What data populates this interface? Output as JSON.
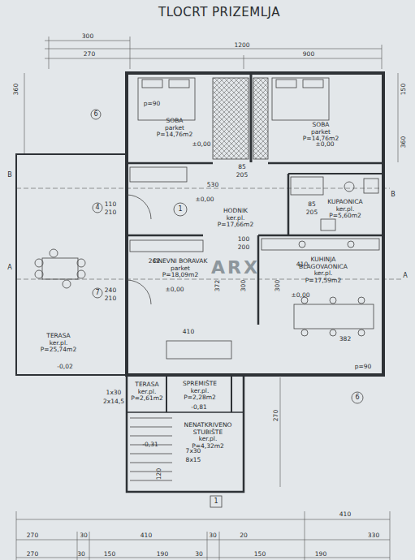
{
  "diagram": {
    "title": "TLOCRT PRIZEMLJA",
    "nodes": [
      {
        "text": [
          "SOBA",
          "parket",
          "P=14,76m2"
        ]
      },
      {
        "text": [
          "SOBA",
          "parket",
          "P=14,76m2"
        ]
      },
      {
        "text": [
          "HODNIK",
          "ker.pl.",
          "P=17,66m2"
        ]
      },
      {
        "text": [
          "KUPAONICA",
          "ker.pl.",
          "P=5,60m2"
        ]
      },
      {
        "text": [
          "DNEVNI BORAVAK",
          "parket",
          "P=18,09m2"
        ]
      },
      {
        "text": [
          "KUHINJA",
          "BLAGOVAONICA",
          "ker.pl.",
          "P=17,59m2"
        ]
      },
      {
        "text": [
          "TERASA",
          "ker.pl.",
          "P=25,74m2"
        ]
      },
      {
        "text": [
          "TERASA",
          "ker.pl.",
          "P=2,61m2"
        ]
      },
      {
        "text": [
          "SPREMIŠTE",
          "ker.pl.",
          "P=2,28m2"
        ]
      },
      {
        "text": [
          "NENATKRIVENO STUBIŠTE",
          "ker.pl.",
          "P=4,32m2"
        ]
      }
    ],
    "labels": [
      "300",
      "1200",
      "270",
      "900",
      "360",
      "150",
      "360",
      "B",
      "B",
      "A",
      "A",
      "6",
      "4",
      "7",
      "1",
      "6",
      "1",
      "110",
      "210",
      "240",
      "210",
      "85",
      "205",
      "85",
      "205",
      "100",
      "200",
      "530",
      "262",
      "372",
      "300",
      "300",
      "410",
      "410",
      "382",
      "p=90",
      "p=90",
      "±0,00",
      "±0,00",
      "±0,00",
      "±0,00",
      "±0,00",
      "-0,02",
      "-0,81",
      "-0,31",
      "7x30",
      "8x15",
      "1x30",
      "2x14,5",
      "270",
      "120",
      "ARX",
      "410",
      "270",
      "30",
      "410",
      "30",
      "20",
      "330",
      "270",
      "30",
      "150",
      "190",
      "30",
      "150",
      "190"
    ]
  }
}
